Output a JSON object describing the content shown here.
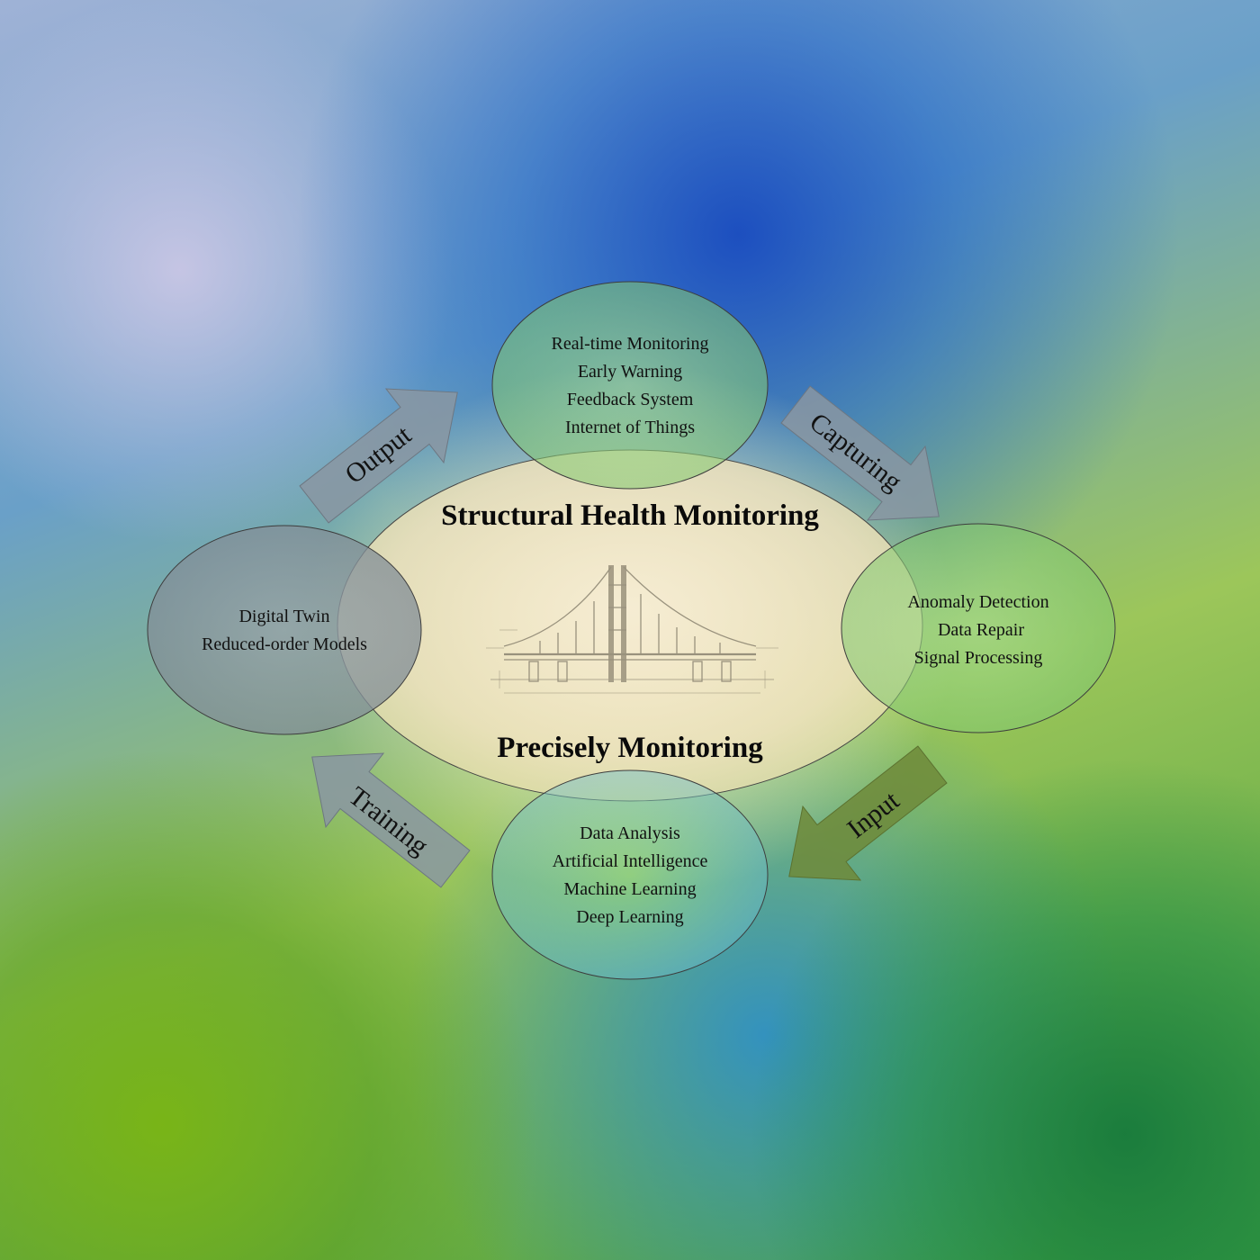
{
  "center": {
    "title": "Structural Health Monitoring",
    "subtitle": "Precisely Monitoring"
  },
  "nodes": {
    "top": {
      "lines": [
        "Real-time Monitoring",
        "Early Warning",
        "Feedback System",
        "Internet of Things"
      ]
    },
    "right": {
      "lines": [
        "Anomaly Detection",
        "Data Repair",
        "Signal Processing"
      ]
    },
    "bottom": {
      "lines": [
        "Data Analysis",
        "Artificial Intelligence",
        "Machine Learning",
        "Deep Learning"
      ]
    },
    "left": {
      "lines": [
        "Digital Twin",
        "Reduced-order Models"
      ]
    }
  },
  "arrows": {
    "output": "Output",
    "capturing": "Capturing",
    "input": "Input",
    "training": "Training"
  },
  "colors": {
    "center_fill": "#f2e6c8",
    "green_fill": "#8fd27a",
    "gray_fill": "#8e98a0",
    "arrow_fill": "#8a96a2",
    "input_arrow_fill": "#6f8a3a"
  },
  "icons": {
    "center": "suspension-bridge-icon"
  }
}
